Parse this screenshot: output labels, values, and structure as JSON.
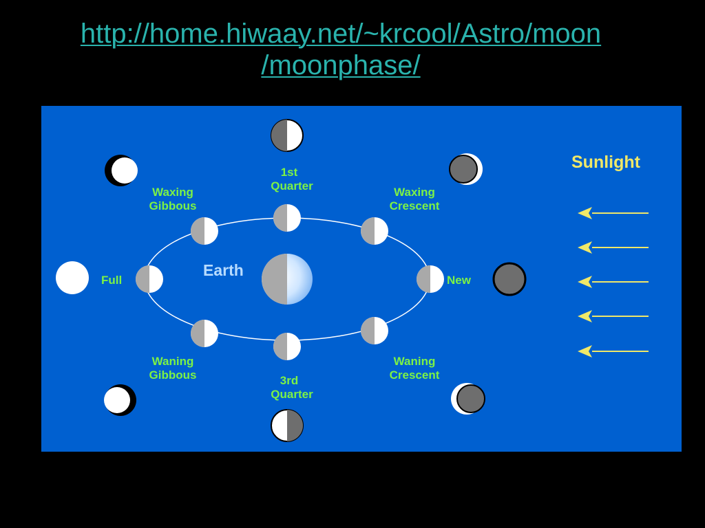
{
  "title": {
    "url_line1": "http://home.hiwaay.net/~krcool/Astro/moon",
    "url_line2": "/moonphase/"
  },
  "diagram": {
    "center_label": "Earth",
    "sunlight_label": "Sunlight",
    "phases": {
      "first_quarter": [
        "1st",
        "Quarter"
      ],
      "waxing_gibbous": [
        "Waxing",
        "Gibbous"
      ],
      "waxing_crescent": [
        "Waxing",
        "Crescent"
      ],
      "full": "Full",
      "new": "New",
      "waning_gibbous": [
        "Waning",
        "Gibbous"
      ],
      "waning_crescent": [
        "Waning",
        "Crescent"
      ],
      "third_quarter": [
        "3rd",
        "Quarter"
      ]
    },
    "colors": {
      "background": "#0060d0",
      "label": "#7cf246",
      "earth_label": "#b8dcff",
      "sunlight": "#f0e868",
      "moon_lit": "#ffffff",
      "moon_dark": "#6e6e6e",
      "orbit": "#ffffff"
    }
  }
}
